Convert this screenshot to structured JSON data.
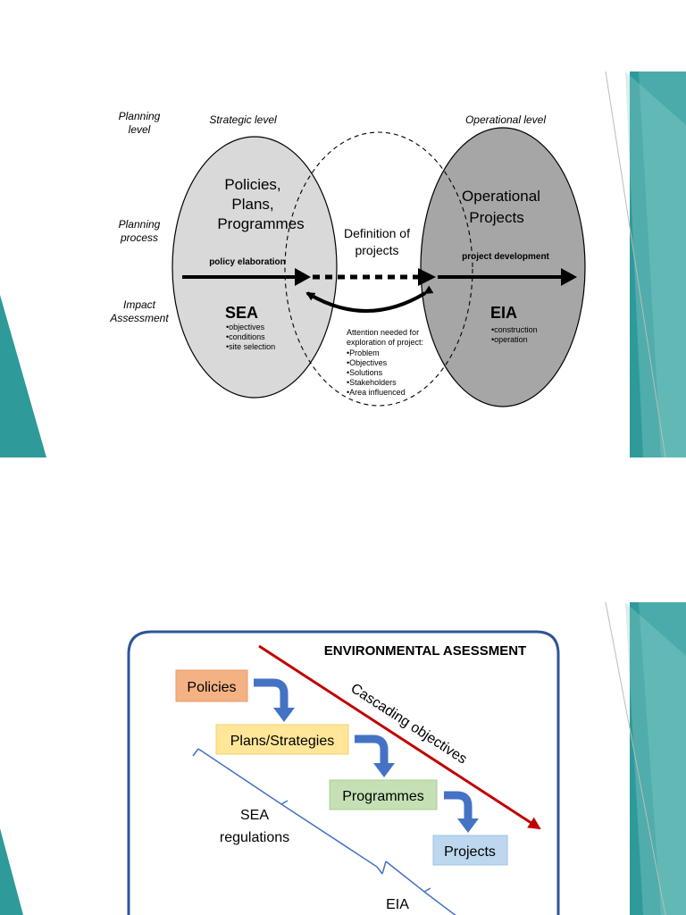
{
  "slide1": {
    "row_labels": {
      "planning_level": [
        "Planning",
        "level"
      ],
      "planning_process": [
        "Planning",
        "process"
      ],
      "impact_assessment": [
        "Impact",
        "Assessment"
      ]
    },
    "strategic_level": "Strategic level",
    "operational_level": "Operational level",
    "left_title": [
      "Policies,",
      "Plans,",
      "Programmes"
    ],
    "policy_elaboration": "policy elaboration",
    "sea": {
      "title": "SEA",
      "items": [
        "•objectives",
        "•conditions",
        "•site selection"
      ]
    },
    "middle_title": [
      "Definition of",
      "projects"
    ],
    "attention": {
      "heading": [
        "Attention needed for",
        "exploration of project:"
      ],
      "items": [
        "•Problem",
        "•Objectives",
        "•Solutions",
        "•Stakeholders",
        "•Area influenced"
      ]
    },
    "right_title": [
      "Operational",
      "Projects"
    ],
    "project_development": "project development",
    "eia": {
      "title": "EIA",
      "items": [
        "•construction",
        "•operation"
      ]
    },
    "colors": {
      "left_ellipse": "#d9d9d9",
      "right_ellipse": "#a6a6a6",
      "teal": "#2e9a9a"
    }
  },
  "slide2": {
    "title": "ENVIRONMENTAL ASESSMENT",
    "boxes": {
      "policies": "Policies",
      "plans": "Plans/Strategies",
      "programmes": "Programmes",
      "projects": "Projects"
    },
    "cascading": "Cascading objectives",
    "sea_regulations": [
      "SEA",
      "regulations"
    ],
    "eia": "EIA",
    "colors": {
      "policies": "#f4b183",
      "plans": "#ffe699",
      "programmes": "#c5e0b4",
      "projects": "#bdd7ee",
      "arrow": "#4472c4",
      "cascade": "#c00000",
      "frame": "#2f5597"
    }
  }
}
